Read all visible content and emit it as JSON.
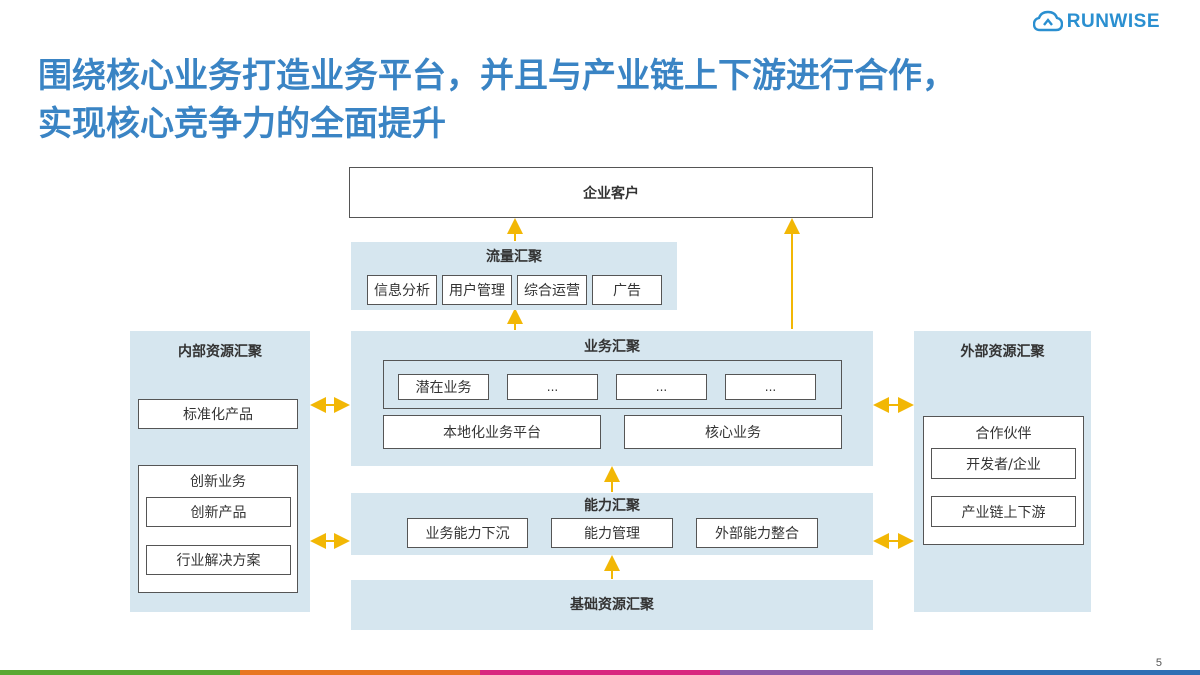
{
  "logo": {
    "text": "RUNWISE",
    "icon": "cloud-logo-icon"
  },
  "title": {
    "line1": "围绕核心业务打造业务平台，并且与产业链上下游进行合作，",
    "line2": "实现核心竞争力的全面提升"
  },
  "enterprise_customer": {
    "label": "企业客户"
  },
  "traffic": {
    "title": "流量汇聚",
    "items": [
      "信息分析",
      "用户管理",
      "综合运营",
      "广告"
    ]
  },
  "business": {
    "title": "业务汇聚",
    "row1": [
      "潜在业务",
      "...",
      "...",
      "..."
    ],
    "local_platform": "本地化业务平台",
    "core": "核心业务"
  },
  "capability": {
    "title": "能力汇聚",
    "items": [
      "业务能力下沉",
      "能力管理",
      "外部能力整合"
    ]
  },
  "base": {
    "title": "基础资源汇聚"
  },
  "internal": {
    "title": "内部资源汇聚",
    "standard": "标准化产品",
    "innovation": {
      "title": "创新业务",
      "items": [
        "创新产品",
        "行业解决方案"
      ]
    }
  },
  "external": {
    "title": "外部资源汇聚",
    "partners": {
      "title": "合作伙伴",
      "items": [
        "开发者/企业",
        "产业链上下游"
      ]
    }
  },
  "page_number": "5",
  "colors": {
    "title": "#3a84c4",
    "panel": "#d6e6ef",
    "arrow": "#f2b705",
    "footer": [
      "#5aa833",
      "#e87722",
      "#d9267f",
      "#8d5ba8",
      "#2f6fb4"
    ]
  }
}
